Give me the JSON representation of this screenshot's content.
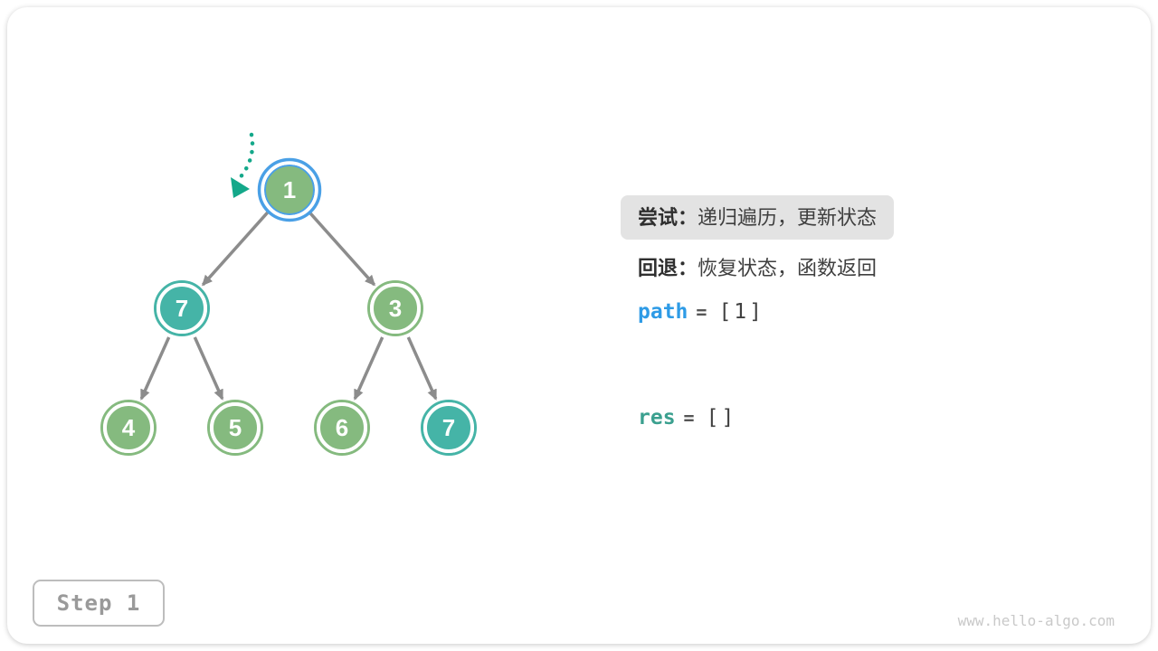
{
  "panel": {
    "try_label": "尝试：",
    "try_text": "递归遍历，更新状态",
    "back_label": "回退：",
    "back_text": "恢复状态，函数返回",
    "path_var": "path",
    "res_var": "res",
    "eq": "=",
    "path_value": "[1]",
    "res_value": "[]"
  },
  "tree": {
    "nodes": [
      {
        "value": "1",
        "color": "green",
        "highlighted": true
      },
      {
        "value": "7",
        "color": "teal",
        "highlighted": false
      },
      {
        "value": "3",
        "color": "green",
        "highlighted": false
      },
      {
        "value": "4",
        "color": "green",
        "highlighted": false
      },
      {
        "value": "5",
        "color": "green",
        "highlighted": false
      },
      {
        "value": "6",
        "color": "green",
        "highlighted": false
      },
      {
        "value": "7",
        "color": "teal",
        "highlighted": false
      }
    ],
    "edges": [
      [
        0,
        1
      ],
      [
        0,
        2
      ],
      [
        1,
        3
      ],
      [
        1,
        4
      ],
      [
        2,
        5
      ],
      [
        2,
        6
      ]
    ]
  },
  "footer": {
    "step_label": "Step 1",
    "watermark": "www.hello-algo.com"
  },
  "colors": {
    "node_green": "#85ba7f",
    "node_teal": "#45b4a7",
    "current_ring_blue": "#4aa0e6",
    "edge_gray": "#8c8c8c",
    "pointer_teal": "#14a88a",
    "path_blue": "#2e9be6",
    "res_teal": "#3ba08f",
    "highlight_box_gray": "#e3e3e3"
  }
}
